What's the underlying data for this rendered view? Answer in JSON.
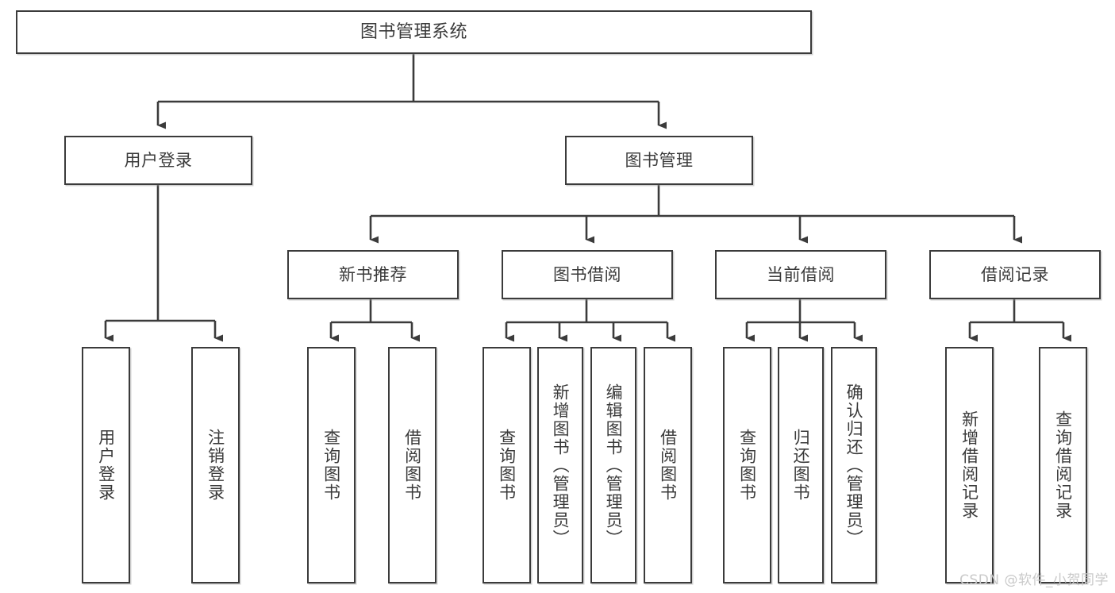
{
  "diagram": {
    "type": "tree-hierarchy",
    "title": "图书管理系统",
    "watermark": "CSDN @软件_小贺同学",
    "colors": {
      "box_border": "#3b3b3b",
      "box_fill": "#ffffff",
      "connector": "#3b3b3b",
      "text": "#3a3a3a",
      "watermark": "#c9c9c9"
    },
    "nodes": {
      "root": {
        "label": "图书管理系统"
      },
      "level2": [
        {
          "label": "用户登录"
        },
        {
          "label": "图书管理"
        }
      ],
      "level3": [
        {
          "label": "新书推荐"
        },
        {
          "label": "图书借阅"
        },
        {
          "label": "当前借阅"
        },
        {
          "label": "借阅记录"
        }
      ],
      "leaves": [
        {
          "label": "用户登录"
        },
        {
          "label": "注销登录"
        },
        {
          "label": "查询图书"
        },
        {
          "label": "借阅图书"
        },
        {
          "label": "查询图书"
        },
        {
          "label": "新增图书（管理员）"
        },
        {
          "label": "编辑图书（管理员）"
        },
        {
          "label": "借阅图书"
        },
        {
          "label": "查询图书"
        },
        {
          "label": "归还图书"
        },
        {
          "label": "确认归还（管理员）"
        },
        {
          "label": "新增借阅记录"
        },
        {
          "label": "查询借阅记录"
        }
      ]
    }
  }
}
